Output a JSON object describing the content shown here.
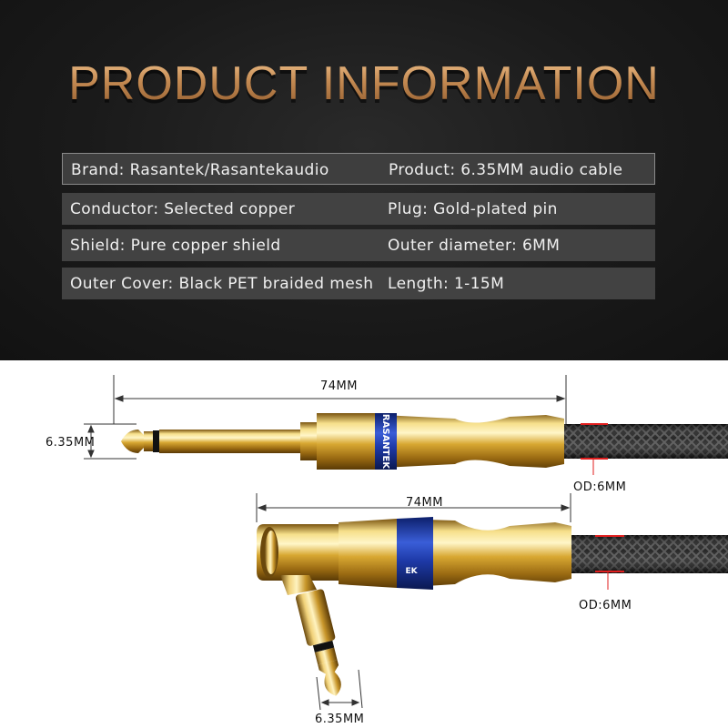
{
  "header": {
    "title": "PRODUCT INFORMATION"
  },
  "specs": [
    {
      "left": "Brand: Rasantek/Rasantekaudio",
      "right": "Product: 6.35MM audio cable"
    },
    {
      "left": "Conductor: Selected copper",
      "right": "Plug: Gold-plated pin"
    },
    {
      "left": "Shield: Pure copper shield",
      "right": "Outer diameter: 6MM"
    },
    {
      "left": "Outer Cover: Black PET braided mesh",
      "right": "Length: 1-15M"
    }
  ],
  "diagram": {
    "straight_plug": {
      "length_label": "74MM",
      "tip_label": "6.35MM",
      "od_label": "OD:6MM",
      "brand_text": "RASANTEK"
    },
    "angled_plug": {
      "length_label": "74MM",
      "tip_label": "6.35MM",
      "od_label": "OD:6MM",
      "brand_text": "EK"
    }
  },
  "colors": {
    "background_dark": "#1a1a1a",
    "row_bg": "#424242",
    "title_gold": "#c9975e",
    "gold": "#d4a830",
    "blue_band": "#1e3aa8",
    "red_marker": "#e01e1e"
  }
}
